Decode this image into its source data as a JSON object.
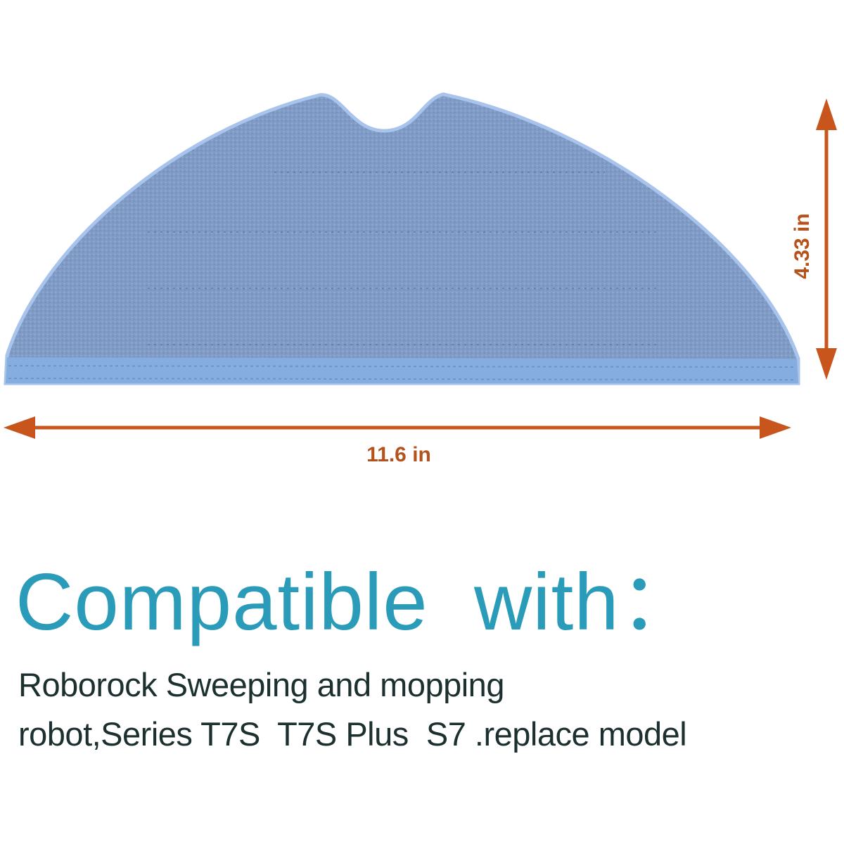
{
  "product_image": {
    "item_icon": "mop-pad-illustration",
    "dimensions": {
      "width_label": "11.6 in",
      "height_label": "4.33 in"
    },
    "colors": {
      "pad": "#7f9bc6",
      "pad_edge": "#a8c3ec",
      "pad_band": "#86ade0",
      "arrow": "#c8561c",
      "heading": "#2a9cba",
      "body_text": "#1c3030"
    }
  },
  "compatibility": {
    "heading": "Compatible  with：",
    "lines": [
      "Roborock Sweeping and mopping",
      "robot,Series T7S  T7S Plus  S7 .replace model"
    ]
  }
}
